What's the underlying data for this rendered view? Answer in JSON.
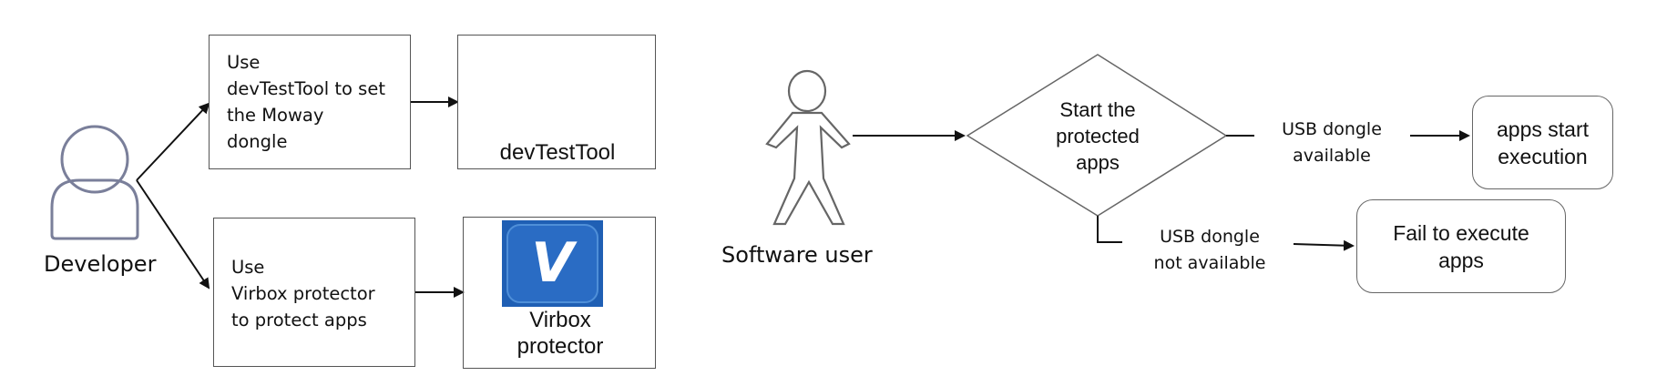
{
  "developer": {
    "label": "Developer",
    "step1_text": "Use\ndevTestTool to set\nthe Moway\ndongle",
    "step2_text": "Use\nVirbox protector\nto protect apps",
    "tool1_caption": "devTestTool",
    "tool2_caption": "Virbox\nprotector",
    "tool2_icon_letter": "V"
  },
  "user_flow": {
    "actor_label": "Software user",
    "decision_text": "Start the\nprotected\napps",
    "yes_condition": "USB dongle\navailable",
    "no_condition": "USB dongle\nnot available",
    "success_result": "apps start\nexecution",
    "failure_result": "Fail to execute\napps"
  },
  "icons": {
    "developer_avatar": "person-avatar-icon",
    "devtesttool": "devtesttool-app-icon",
    "virbox": "virbox-protector-icon",
    "software_user": "stick-figure-user-icon"
  },
  "colors": {
    "line": "#111111",
    "avatar_stroke": "#7a7f9a",
    "virbox_blue": "#1f5fb4",
    "devtool_screen": "#5ab0f2"
  }
}
